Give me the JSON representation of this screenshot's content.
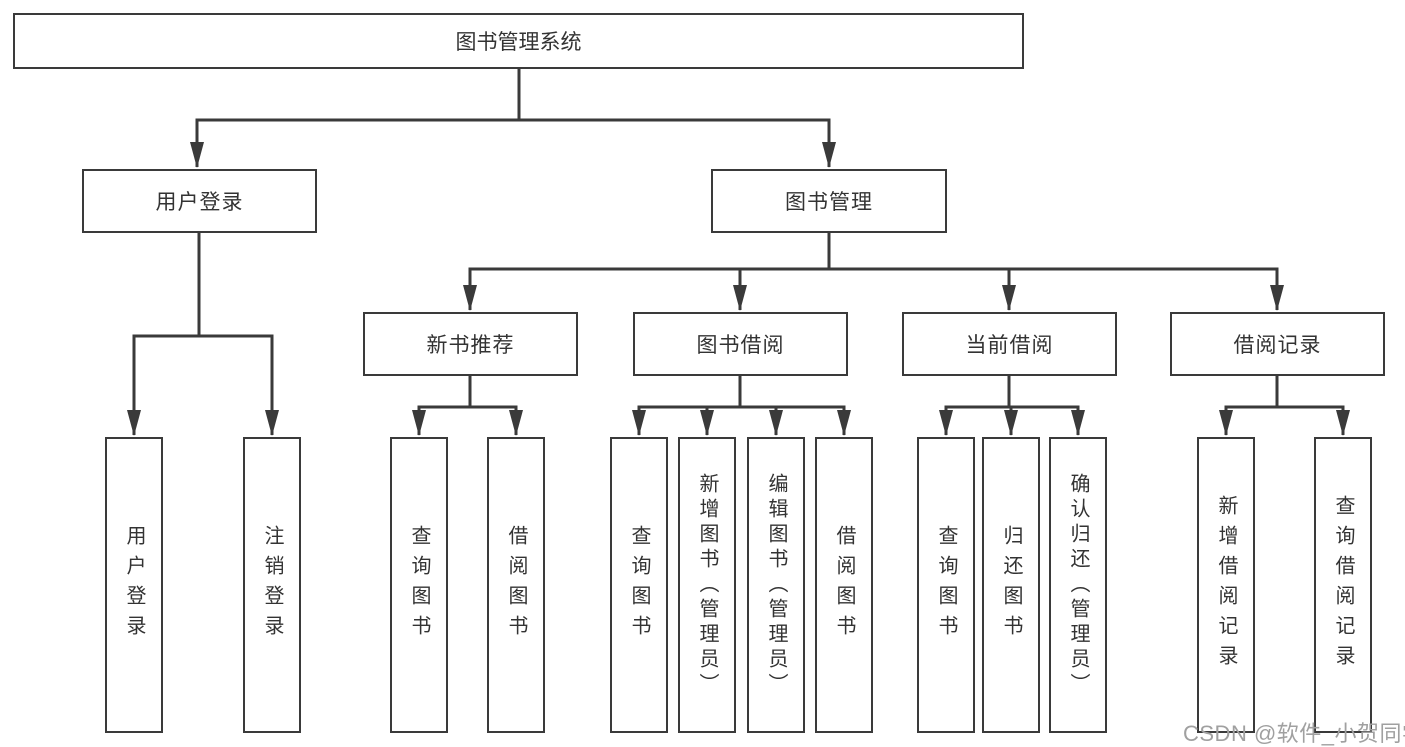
{
  "diagram": {
    "root": {
      "label": "图书管理系统"
    },
    "level2": [
      {
        "label": "用户登录",
        "children": [
          {
            "label": "用户登录"
          },
          {
            "label": "注销登录"
          }
        ]
      },
      {
        "label": "图书管理",
        "children": [
          {
            "label": "新书推荐",
            "children": [
              {
                "label": "查询图书"
              },
              {
                "label": "借阅图书"
              }
            ]
          },
          {
            "label": "图书借阅",
            "children": [
              {
                "label": "查询图书"
              },
              {
                "label": "新增图书（管理员）"
              },
              {
                "label": "编辑图书（管理员）"
              },
              {
                "label": "借阅图书"
              }
            ]
          },
          {
            "label": "当前借阅",
            "children": [
              {
                "label": "查询图书"
              },
              {
                "label": "归还图书"
              },
              {
                "label": "确认归还（管理员）"
              }
            ]
          },
          {
            "label": "借阅记录",
            "children": [
              {
                "label": "新增借阅记录"
              },
              {
                "label": "查询借阅记录"
              }
            ]
          }
        ]
      }
    ]
  },
  "watermark": {
    "text": "CSDN @软件_小贺同学",
    "color": "#a0a0a0"
  },
  "colors": {
    "line": "#3a3a3a",
    "border": "#3a3a3a",
    "text": "#333333",
    "background": "#ffffff"
  }
}
